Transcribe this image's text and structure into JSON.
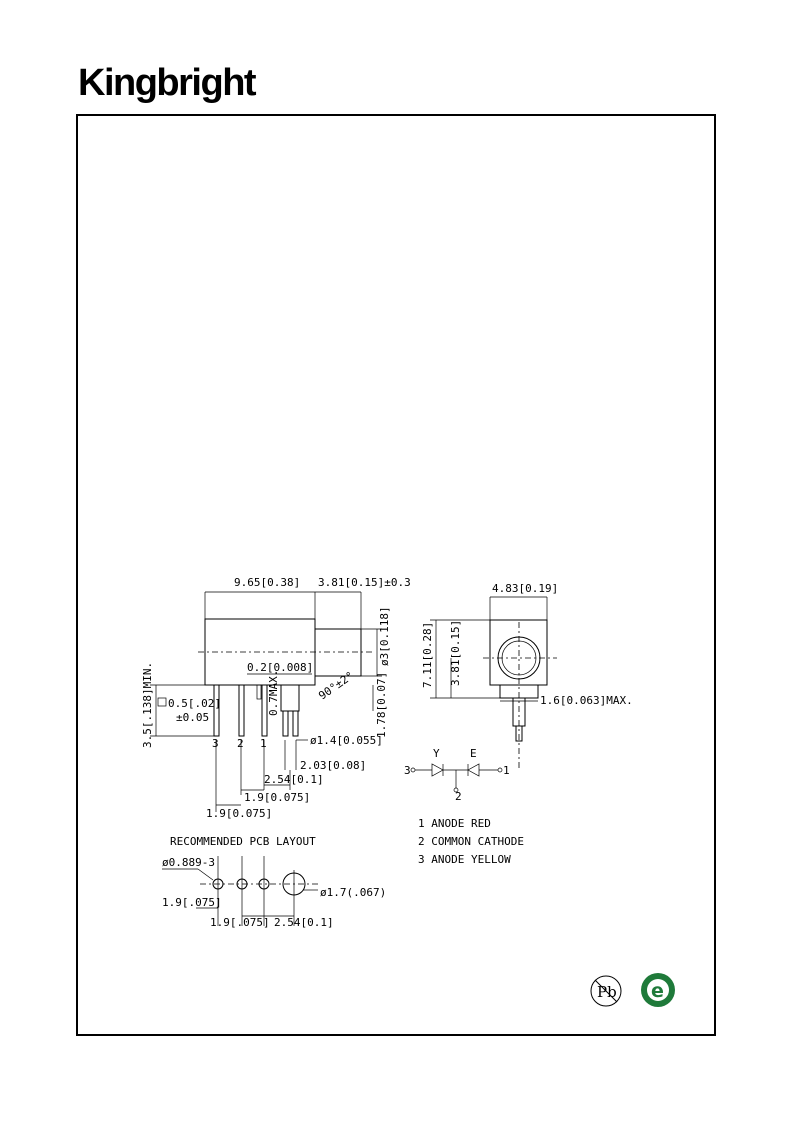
{
  "brand": {
    "logo_text": "Kingbright"
  },
  "dims": {
    "body_length": "9.65[0.38]",
    "lens_length": "3.81[0.15]±0.3",
    "lens_dia": "ø3[0.118]",
    "offset": "0.2[0.008]",
    "meniscus": "0.7MAX.",
    "lead_len": "3.5[.138]MIN.",
    "lead_sq": "0.5[.02]",
    "lead_tol": "±0.05",
    "standoff": "1.78[0.07]",
    "angle": "90°±2°",
    "boss_dia": "ø1.4[0.055]",
    "boss_pitch": "2.03[0.08]",
    "pitch_a": "2.54[0.1]",
    "pitch_b": "1.9[0.075]",
    "pitch_c": "1.9[0.075]",
    "width": "4.83[0.19]",
    "height": "7.11[0.28]",
    "center": "3.81[0.15]",
    "peg_max": "1.6[0.063]MAX."
  },
  "pins": {
    "p3": "3",
    "p2": "2",
    "p1": "1"
  },
  "schematic": {
    "left_pin": "3",
    "right_pin": "1",
    "bottom_pin": "2",
    "label_y": "Y",
    "label_e": "E"
  },
  "pin_legend": [
    "1  ANODE  RED",
    "2  COMMON   CATHODE",
    "3  ANODE  YELLOW"
  ],
  "pcb": {
    "title": "RECOMMENDED  PCB  LAYOUT",
    "hole_small": "ø0.889-3",
    "hole_large": "ø1.7(.067)",
    "pitch_left": "1.9[.075]",
    "pitch_mid": "1.9[.075]",
    "pitch_right": "2.54[0.1]"
  },
  "badges": {
    "pb": "Pb",
    "e": "e"
  },
  "colors": {
    "eco_green": "#1f7a3a"
  }
}
